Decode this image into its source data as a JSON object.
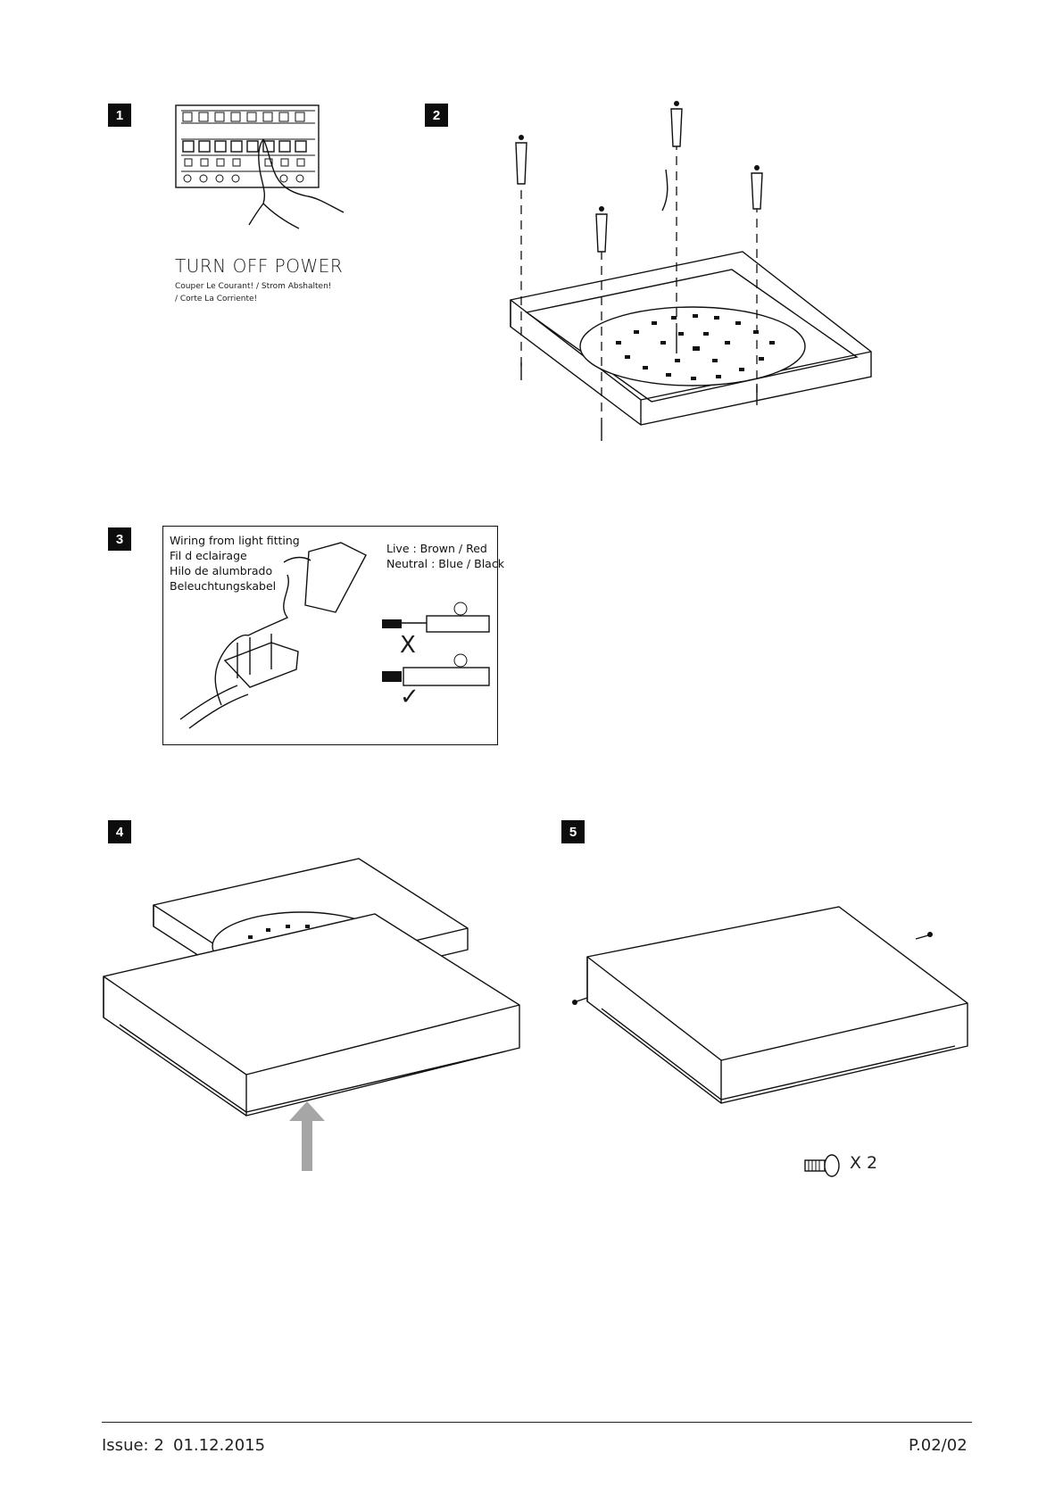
{
  "steps": [
    {
      "number": "1"
    },
    {
      "number": "2"
    },
    {
      "number": "3"
    },
    {
      "number": "4"
    },
    {
      "number": "5"
    }
  ],
  "step1": {
    "title": "TURN OFF POWER",
    "subtitle_line1": "Couper Le Courant! / Strom Abshalten!",
    "subtitle_line2": "/ Corte La Corriente!"
  },
  "step3": {
    "wiring_lines": [
      "Wiring from light fitting",
      "Fil d eclairage",
      "Hilo de alumbrado",
      "Beleuchtungskabel"
    ],
    "live_label": "Live : Brown / Red",
    "neutral_label": "Neutral : Blue / Black",
    "wrong_mark": "X",
    "right_mark": "✓"
  },
  "step5": {
    "screw_count": "X 2"
  },
  "footer": {
    "issue": "Issue: 2",
    "date": "01.12.2015",
    "page": "P.02/02"
  },
  "colors": {
    "step_badge": "#0d0d0d",
    "arrow": "#a6a6a6",
    "wire": "#111111"
  }
}
